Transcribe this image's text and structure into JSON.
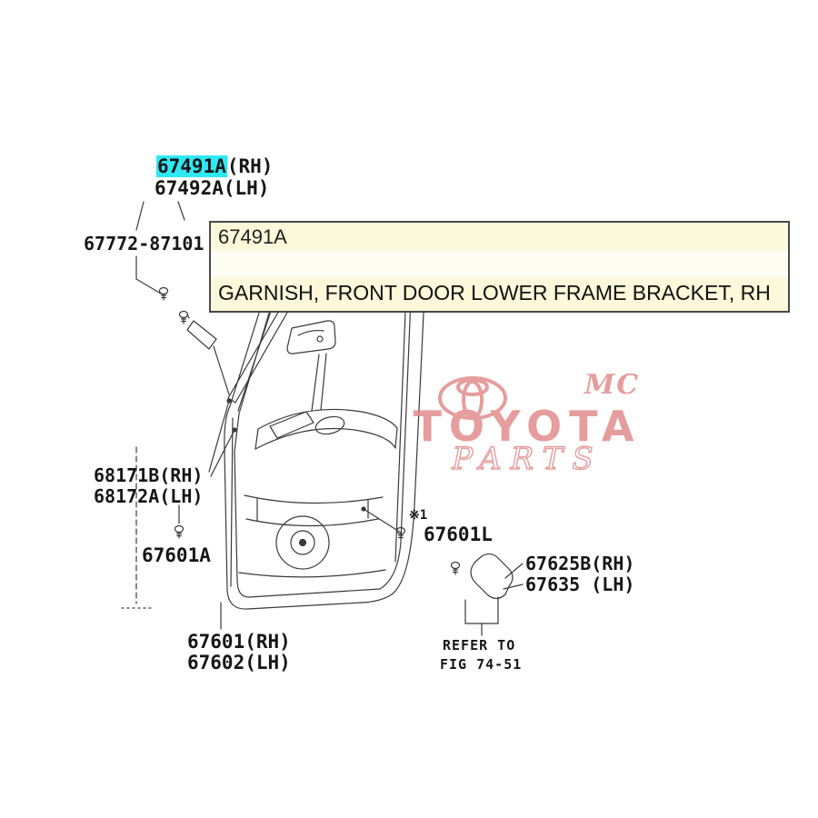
{
  "tooltip": {
    "part_number": "67491A",
    "description": "GARNISH, FRONT DOOR LOWER FRAME BRACKET, RH"
  },
  "labels": {
    "top_part_rh": "67491A",
    "top_part_rh_suffix": "(RH)",
    "top_part_lh": "67492A(LH)",
    "bracket_part": "67772-87101",
    "trim_rh": "68171B(RH)",
    "trim_lh": "68172A(LH)",
    "screw_left": "67601A",
    "note_mark": "※1",
    "screw_right": "67601L",
    "clip_rh": "67625B(RH)",
    "clip_lh": "67635 (LH)",
    "board_rh": "67601(RH)",
    "board_lh": "67602(LH)",
    "refer_line1": "REFER TO",
    "refer_line2": "FIG 74-51"
  },
  "watermark": {
    "mc": "MC",
    "brand": "TOYOTA",
    "parts": "PARTS",
    "color": "#e08585"
  },
  "colors": {
    "highlight": "#2ee9f4",
    "line": "#3a3a3a",
    "tooltip_bg": "#fcf8da"
  }
}
